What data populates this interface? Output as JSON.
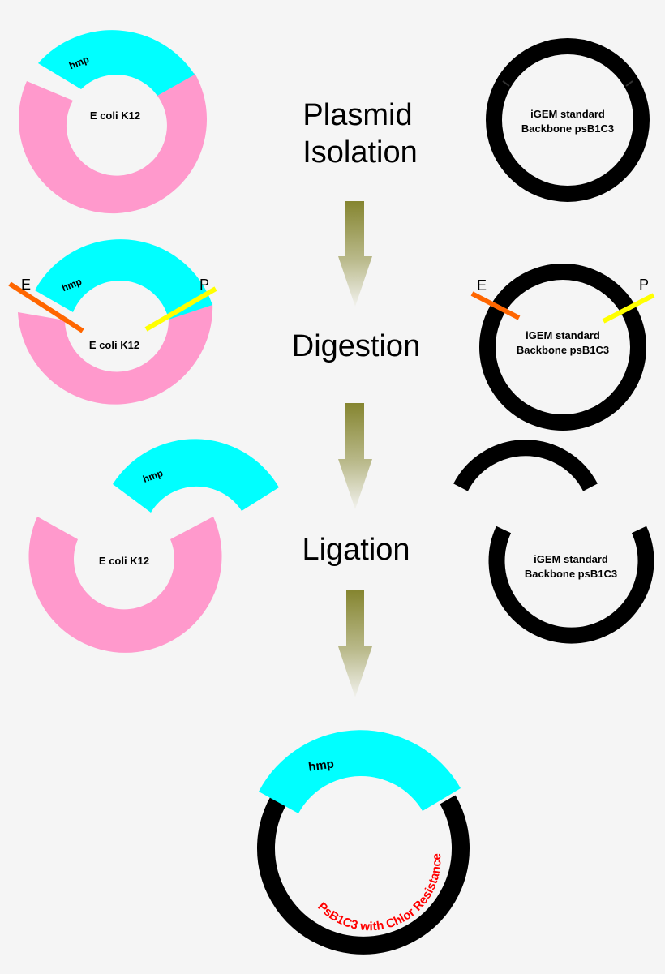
{
  "steps": {
    "isolation": {
      "line1": "Plasmid",
      "line2": "Isolation"
    },
    "digestion": "Digestion",
    "ligation": "Ligation"
  },
  "plasmids": {
    "ecoli_label": "E coli K12",
    "insert_label": "hmp",
    "backbone_line1": "iGEM standard",
    "backbone_line2": "Backbone psB1C3",
    "product_label": "PsB1C3 with Chlor Resistance"
  },
  "sites": {
    "ecori": "E",
    "psti": "P"
  },
  "colors": {
    "insert": "#00ffff",
    "ecoli": "#ff99cc",
    "backbone": "#000000",
    "ecori_site": "#ff6600",
    "psti_site": "#ffff00",
    "product_text": "#ff0000"
  }
}
